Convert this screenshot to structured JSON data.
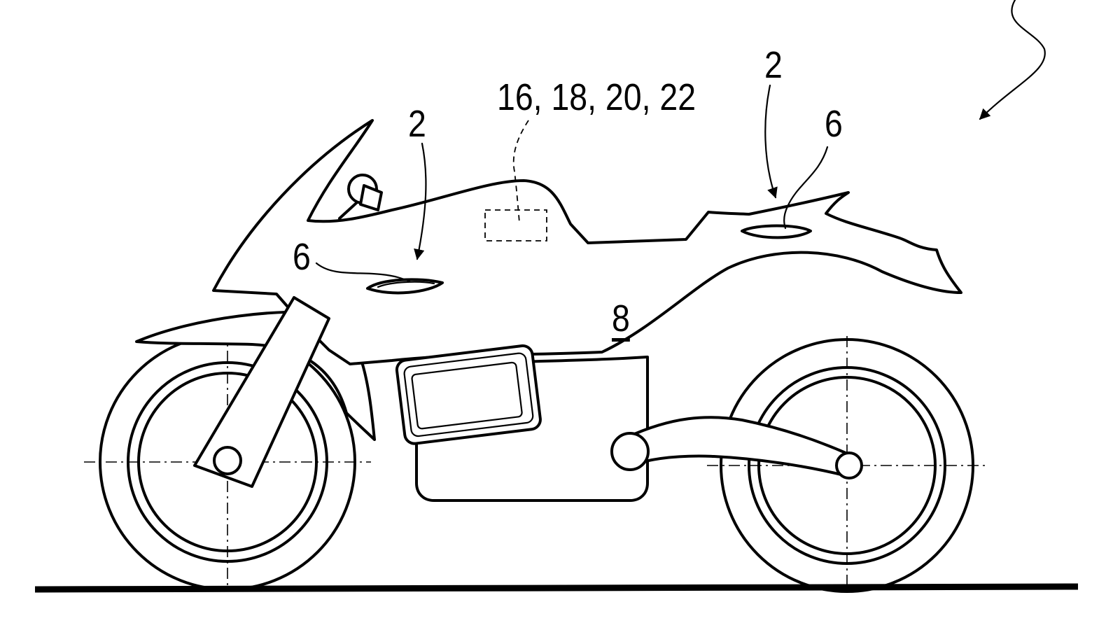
{
  "labels": {
    "ref_2_front": "2",
    "ref_2_rear": "2",
    "ref_6_front": "6",
    "ref_6_rear": "6",
    "ref_8": "8",
    "ref_group": "16, 18, 20, 22"
  },
  "colors": {
    "line": "#000000",
    "background": "#ffffff"
  }
}
